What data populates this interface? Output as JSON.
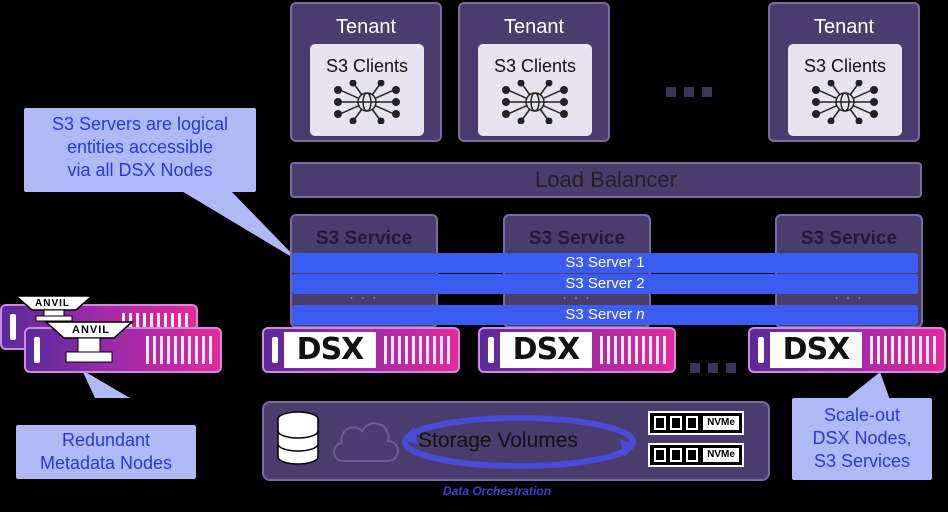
{
  "tenants": [
    {
      "title": "Tenant",
      "clients": "S3 Clients"
    },
    {
      "title": "Tenant",
      "clients": "S3 Clients"
    },
    {
      "title": "Tenant",
      "clients": "S3 Clients"
    }
  ],
  "load_balancer": "Load Balancer",
  "services": [
    "S3 Service",
    "S3 Service",
    "S3 Service"
  ],
  "service_dots": "· · ·",
  "servers": {
    "s1": "S3 Server 1",
    "s2": "S3 Server 2",
    "sn_prefix": "S3 Server ",
    "sn_var": "n"
  },
  "dsx_label": "DSX",
  "anvil_label": "ANVIL",
  "callouts": {
    "servers_line1": "S3 Servers are logical",
    "servers_line2": "entities accessible",
    "servers_line3": "via all DSX Nodes",
    "redundant_line1": "Redundant",
    "redundant_line2": "Metadata Nodes",
    "scale_line1": "Scale-out",
    "scale_line2": "DSX Nodes,",
    "scale_line3": "S3 Services"
  },
  "storage": {
    "label": "Storage Volumes",
    "nvme": "NVMe",
    "orchestration": "Data Orchestration"
  },
  "colors": {
    "panel": "#4b3c6e",
    "server_bar": "#3b5cf0",
    "callout_bg": "#aeb9f5",
    "callout_text": "#2a3ac9"
  }
}
